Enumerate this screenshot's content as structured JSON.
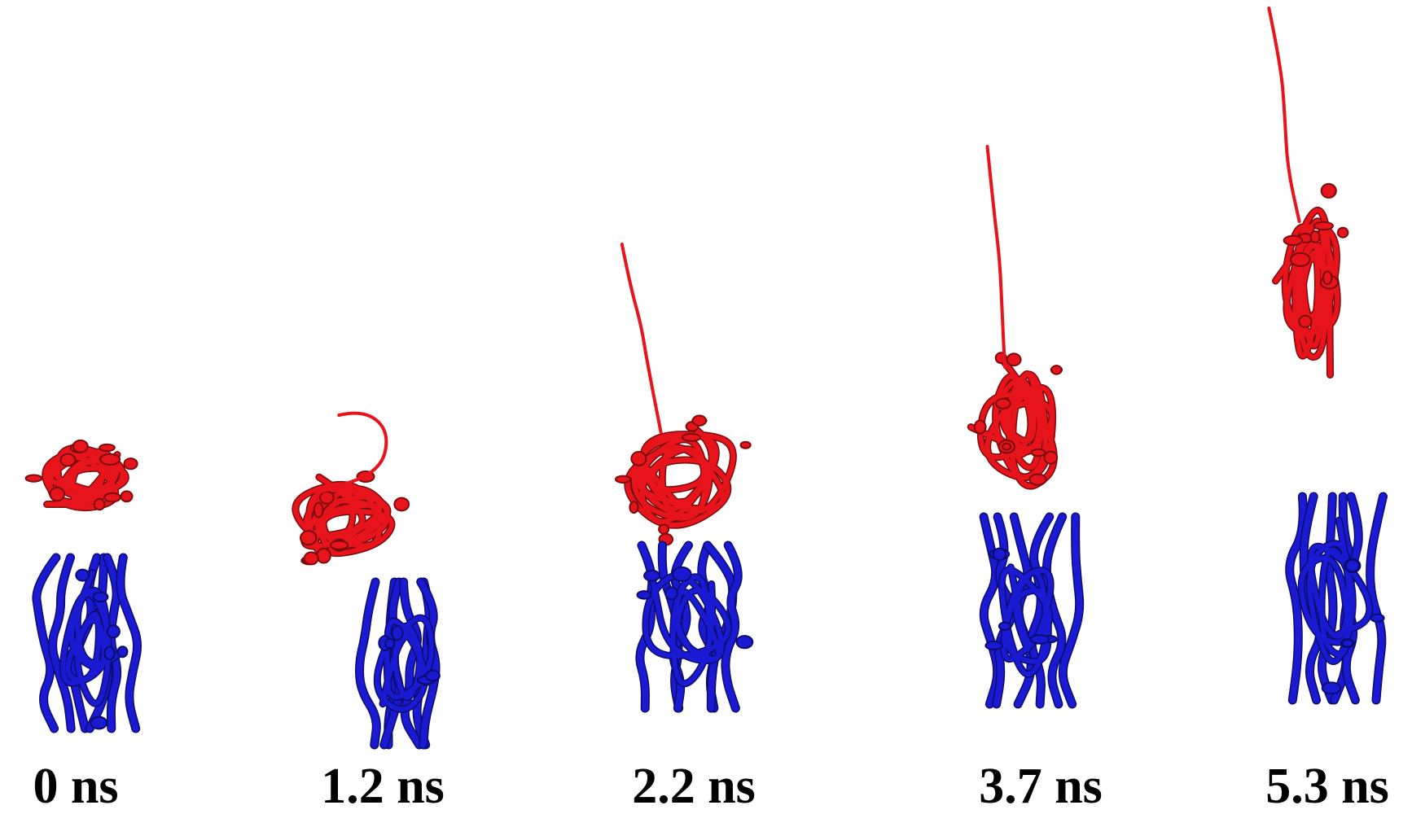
{
  "colors": {
    "upper_domain": "#e8141b",
    "upper_domain_shade": "#7a0b0e",
    "lower_domain": "#1a1ad2",
    "lower_domain_shade": "#0c0c6e",
    "caption": "#000000",
    "background": "#ffffff"
  },
  "frames": [
    {
      "time_label": "0 ns"
    },
    {
      "time_label": "1.2 ns"
    },
    {
      "time_label": "2.2 ns"
    },
    {
      "time_label": "3.7 ns"
    },
    {
      "time_label": "5.3 ns"
    }
  ]
}
